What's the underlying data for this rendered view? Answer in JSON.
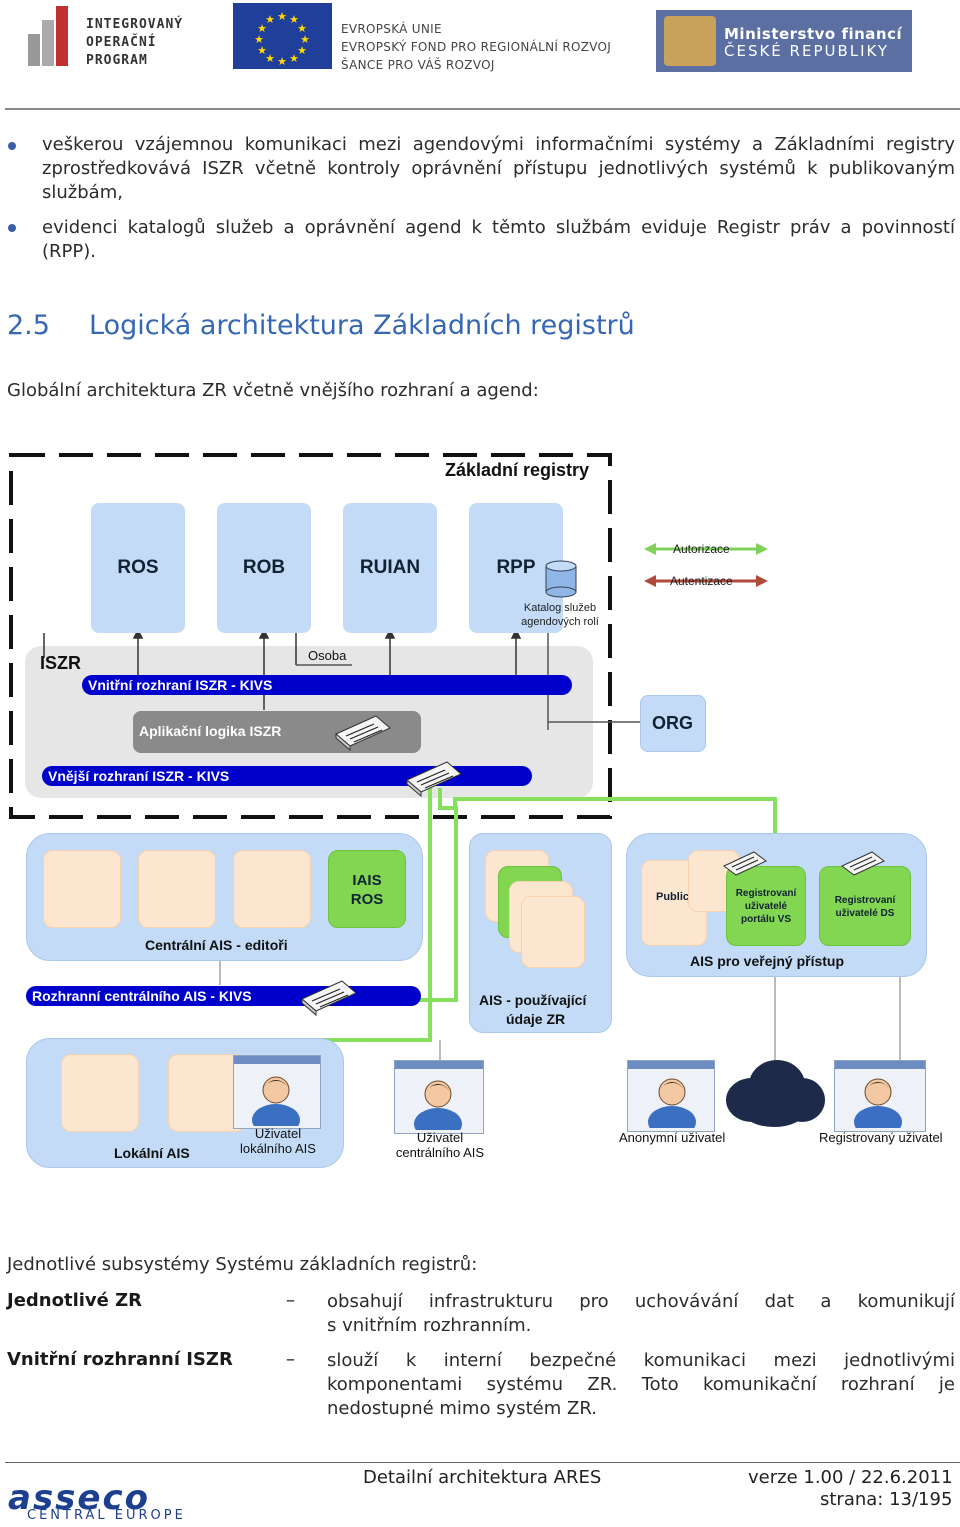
{
  "header": {
    "iop_lines": [
      "INTEGROVANÝ",
      "OPERAČNÍ",
      "PROGRAM"
    ],
    "eu_lines": [
      "EVROPSKÁ UNIE",
      "EVROPSKÝ FOND PRO REGIONÁLNÍ ROZVOJ",
      "ŠANCE PRO VÁŠ ROZVOJ"
    ],
    "mf_lines": [
      "Ministerstvo financí",
      "ČESKÉ REPUBLIKY"
    ]
  },
  "bullets": [
    "veškerou vzájemnou komunikaci mezi agendovými informačními systémy a Základními registry zprostředkovává ISZR včetně kontroly oprávnění přístupu jednotlivých systémů k publikovaným službám,",
    "evidenci katalogů služeb a oprávnění agend k těmto službám eviduje Registr práv a povinností (RPP)."
  ],
  "section": {
    "number": "2.5",
    "title": "Logická architektura Základních registrů"
  },
  "intro": "Globální architektura ZR včetně vnějšího rozhraní a agend:",
  "diagram": {
    "zr_title": "Základní registry",
    "registers": [
      "ROS",
      "ROB",
      "RUIAN",
      "RPP"
    ],
    "legend_auth": "Autorizace",
    "legend_authn": "Autentizace",
    "catalog": [
      "Katalog služeb",
      "agendových rolí"
    ],
    "iszr": "ISZR",
    "osoba": "Osoba",
    "inner_iface": "Vnitřní rozhraní ISZR  - KIVS",
    "app_logic": "Aplikační logika  ISZR",
    "org": "ORG",
    "outer_iface": "Vnější rozhraní ISZR - KIVS",
    "iais": [
      "IAIS",
      "ROS"
    ],
    "central_ais": "Centrální AIS - editoři",
    "public": "Public",
    "reg_portal": [
      "Registrovaní",
      "uživatelé",
      "portálu VS"
    ],
    "reg_ds": [
      "Registrovaní",
      "uživatelé DS"
    ],
    "ais_public": "AIS pro veřejný přístup",
    "central_iface": "Rozhranní centrálního AIS - KIVS",
    "ais_using": [
      "AIS - používající",
      "údaje ZR"
    ],
    "local_ais": "Lokální AIS",
    "user_local": [
      "Uživatel",
      "lokálního AIS"
    ],
    "user_central": [
      "Uživatel",
      "centrálního AIS"
    ],
    "user_anon": "Anonymní uživatel",
    "user_reg": "Registrovaný uživatel"
  },
  "subsystems_intro": "Jednotlivé subsystémy Systému základních registrů:",
  "definitions": [
    {
      "term": "Jednotlivé ZR",
      "dash": "–",
      "lines": [
        "obsahují infrastrukturu pro uchovávání dat a komunikují",
        "s vnitřním rozhranním."
      ]
    },
    {
      "term": "Vnitřní rozhranní ISZR",
      "dash": "–",
      "lines": [
        "slouží k interní bezpečné komunikaci mezi jednotlivými",
        "komponentami systému ZR. Toto komunikační rozhraní je",
        "nedostupné mimo systém ZR."
      ]
    }
  ],
  "footer": {
    "brand": "asseco",
    "brand_sub": "CENTRAL EUROPE",
    "doc_title": "Detailní architektura ARES",
    "version": "verze 1.00 / 22.6.2011",
    "page": "strana: 13/195"
  },
  "colors": {
    "heading": "#3567b3",
    "iface_blue": "#0000cc",
    "box_blue": "#c3dbf6",
    "green_arrow": "#86e05e",
    "auth_green": "#7fd15a",
    "authn_red": "#b04a3a"
  }
}
